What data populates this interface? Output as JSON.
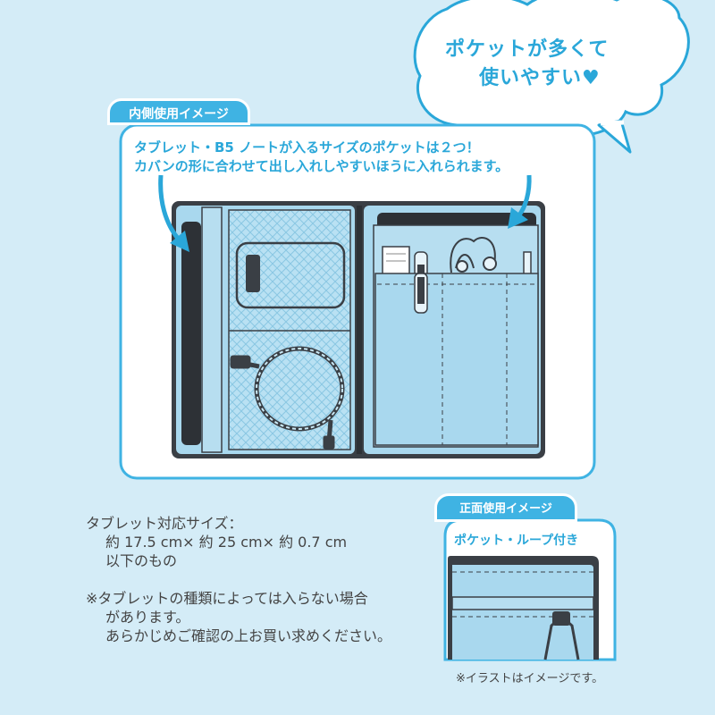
{
  "bubble": {
    "line1": "ポケットが多くて",
    "line2": "使いやすい",
    "heart": "♥"
  },
  "inner_section": {
    "tab_label": "内側使用イメージ",
    "line1": "タブレット・B5 ノートが入るサイズのポケットは２つ！",
    "line2": "カバンの形に合わせて出し入れしやすいほうに入れられます。"
  },
  "tablet_info": {
    "heading": "タブレット対応サイズ：",
    "size": "約 17.5 cm× 約 25 cm× 約 0.7 cm",
    "below": "以下のもの",
    "note_line1": "※タブレットの種類によっては入らない場合",
    "note_line2": "があります。",
    "note_line3": "あらかじめご確認の上お買い求めください。"
  },
  "front_section": {
    "tab_label": "正面使用イメージ",
    "caption": "ポケット・ループ付き"
  },
  "disclaimer": "※イラストはイメージです。",
  "colors": {
    "background": "#d4ecf7",
    "accent": "#2aa7d9",
    "tab": "#3fb3e3",
    "case_blue": "#a9d8ee",
    "case_dark": "#3a3f45"
  }
}
